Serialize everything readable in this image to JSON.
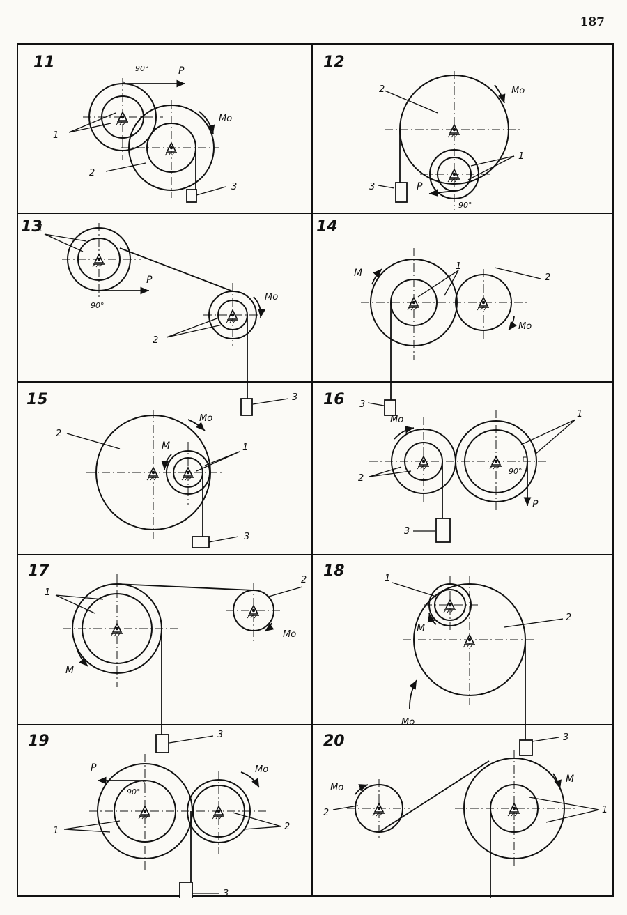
{
  "page_number": "187",
  "panels": [
    {
      "number": "11",
      "labels": {
        "l1": "1",
        "l2": "2",
        "l3": "3",
        "P": "P",
        "Mo": "Mo",
        "ang": "90°"
      }
    },
    {
      "number": "12",
      "labels": {
        "l1": "1",
        "l2": "2",
        "l3": "3",
        "P": "P",
        "Mo": "Mo",
        "ang": "90°"
      }
    },
    {
      "number": "13",
      "labels": {
        "l1": "1",
        "l2": "2",
        "l3": "3",
        "P": "P",
        "Mo": "Mo",
        "ang": "90°"
      }
    },
    {
      "number": "14",
      "labels": {
        "l1": "1",
        "l2": "2",
        "l3": "3",
        "M": "M",
        "Mo": "Mo"
      }
    },
    {
      "number": "15",
      "labels": {
        "l1": "1",
        "l2": "2",
        "l3": "3",
        "M": "M",
        "Mo": "Mo"
      }
    },
    {
      "number": "16",
      "labels": {
        "l1": "1",
        "l2": "2",
        "l3": "3",
        "P": "P",
        "Mo": "Mo",
        "ang": "90°"
      }
    },
    {
      "number": "17",
      "labels": {
        "l1": "1",
        "l2": "2",
        "l3": "3",
        "M": "M",
        "Mo": "Mo"
      }
    },
    {
      "number": "18",
      "labels": {
        "l1": "1",
        "l2": "2",
        "l3": "3",
        "M": "M",
        "Mo": "Mo"
      }
    },
    {
      "number": "19",
      "labels": {
        "l1": "1",
        "l2": "2",
        "l3": "3",
        "P": "P",
        "Mo": "Mo",
        "ang": "90°"
      }
    },
    {
      "number": "20",
      "labels": {
        "l1": "1",
        "l2": "2",
        "l3": "3",
        "M": "M",
        "Mo": "Mo"
      }
    }
  ]
}
